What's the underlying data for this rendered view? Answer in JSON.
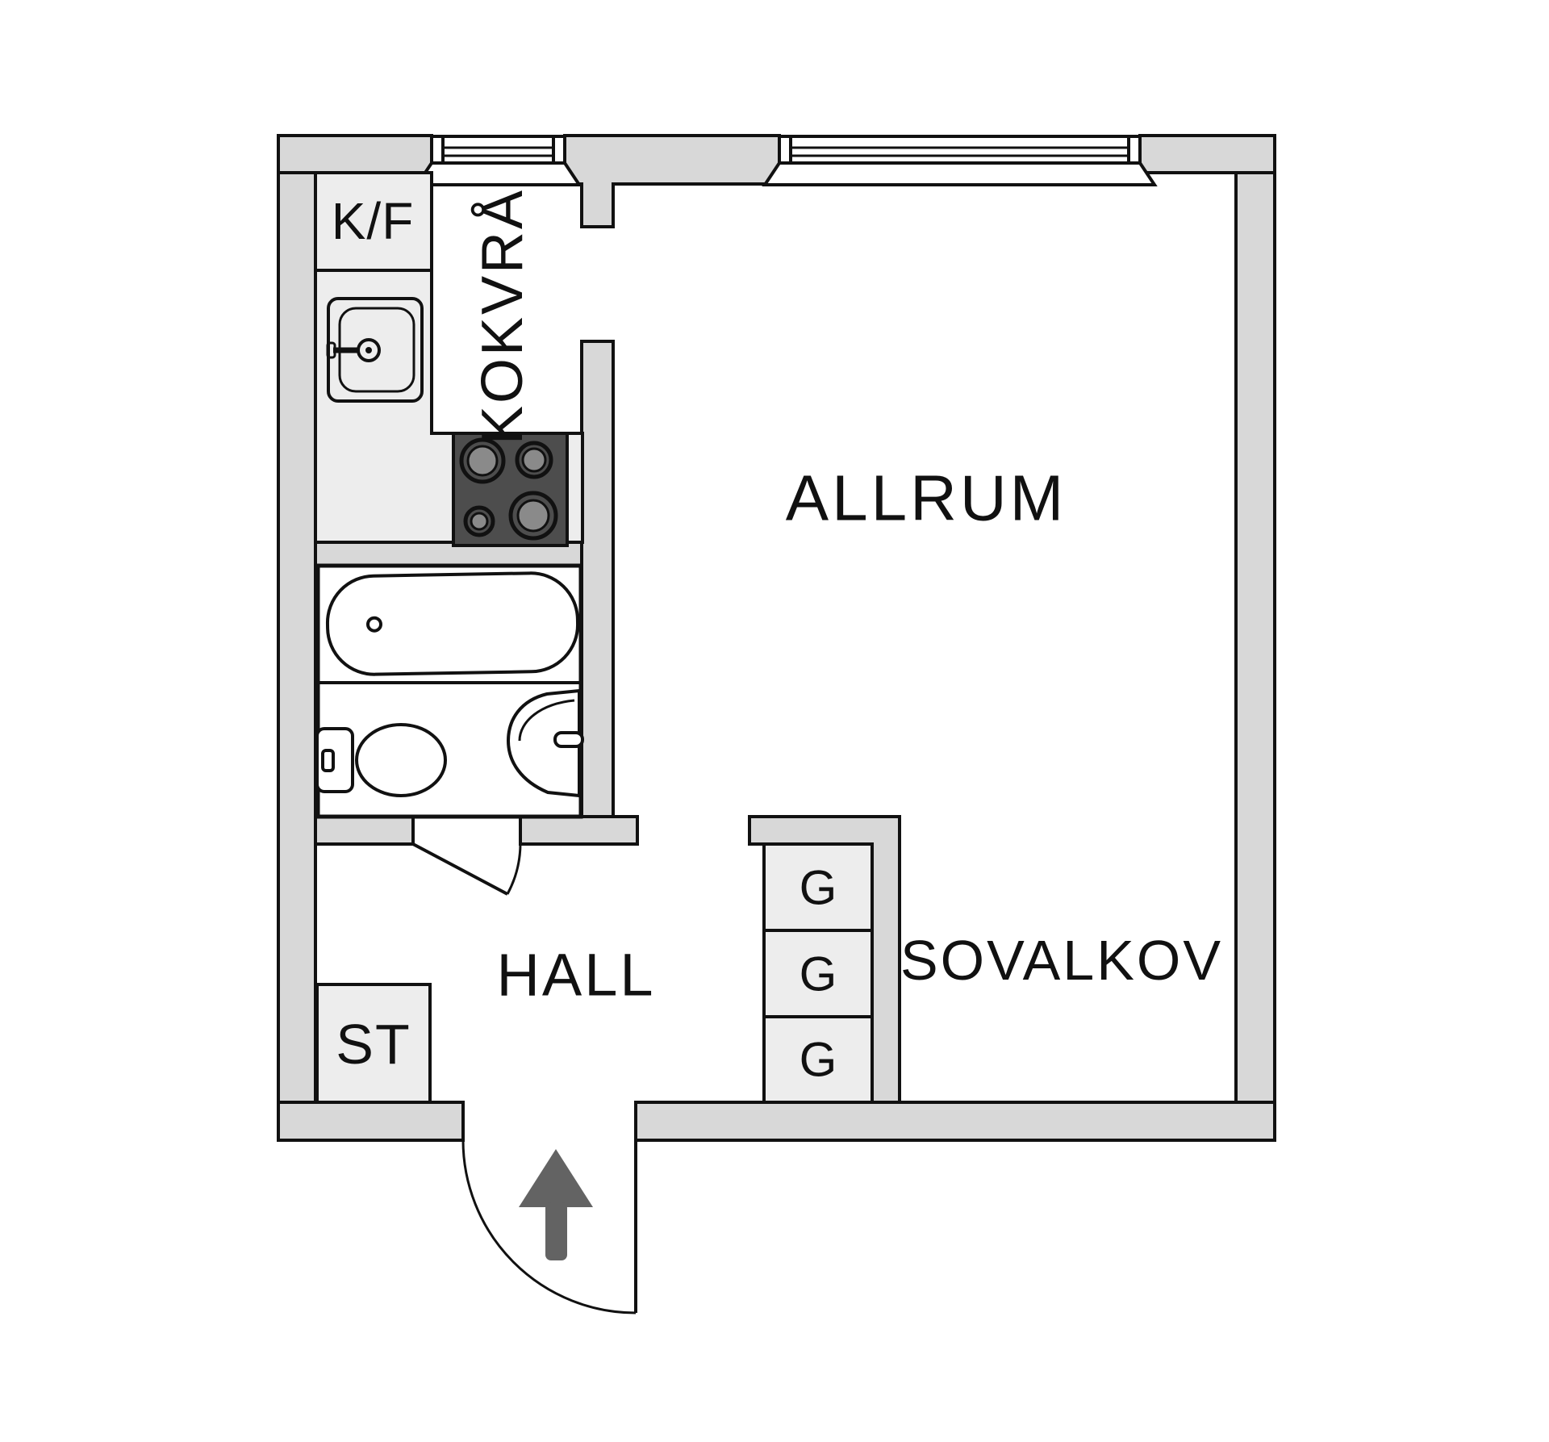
{
  "labels": {
    "kitchenette": "KOKVRÅ",
    "living_room": "ALLRUM",
    "hall": "HALL",
    "sleeping_alcove": "SOVALKOV",
    "fridge_freezer": "K/F",
    "cleaning_closet": "ST",
    "wardrobe": "G"
  },
  "colors": {
    "background": "#ffffff",
    "line": "#111111",
    "wall_fill": "#d8d8d8",
    "cabinet_fill": "#ededed",
    "stove_fill": "#4d4d4d",
    "burner_fill": "#8a8a8a",
    "arrow_fill": "#636363"
  }
}
